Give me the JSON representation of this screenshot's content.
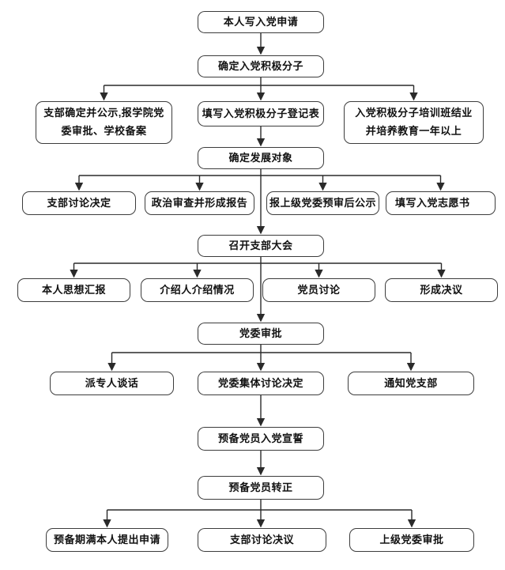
{
  "flowchart": {
    "type": "flowchart",
    "line_color": "#2a2a2a",
    "node_border_color": "#3c3c3c",
    "node_fill_color": "#ffffff",
    "text_color": "#111111",
    "nodes": {
      "apply": {
        "label": "本人写入党申请"
      },
      "activist": {
        "label": "确定入党积极分子"
      },
      "branch_publicity": {
        "label": "支部确定并公示,报学院党\n委审批、学校备案"
      },
      "registration_form": {
        "label": "填写入党积极分子登记表"
      },
      "training": {
        "label": "入党积极分子培训班结业\n并培养教育一年以上"
      },
      "development_target": {
        "label": "确定发展对象"
      },
      "branch_decision": {
        "label": "支部讨论决定"
      },
      "political_review": {
        "label": "政治审查并形成报告"
      },
      "pre_review_publicity": {
        "label": "报上级党委预审后公示"
      },
      "volunteer_form": {
        "label": "填写入党志愿书"
      },
      "branch_meeting": {
        "label": "召开支部大会"
      },
      "thought_report": {
        "label": "本人思想汇报"
      },
      "introducer": {
        "label": "介绍人介绍情况"
      },
      "member_discussion": {
        "label": "党员讨论"
      },
      "resolution": {
        "label": "形成决议"
      },
      "committee_approval": {
        "label": "党委审批"
      },
      "talk": {
        "label": "派专人谈话"
      },
      "committee_discussion": {
        "label": "党委集体讨论决定"
      },
      "notify_branch": {
        "label": "通知党支部"
      },
      "oath": {
        "label": "预备党员入党宣誓"
      },
      "full_member": {
        "label": "预备党员转正"
      },
      "period_application": {
        "label": "预备期满本人提出申请"
      },
      "branch_resolution": {
        "label": "支部讨论决议"
      },
      "higher_approval": {
        "label": "上级党委审批"
      }
    },
    "edges": [
      {
        "from": "apply",
        "to": "activist"
      },
      {
        "from": "activist",
        "to": "branch_publicity"
      },
      {
        "from": "activist",
        "to": "registration_form"
      },
      {
        "from": "activist",
        "to": "training"
      },
      {
        "from": "registration_form",
        "to": "development_target"
      },
      {
        "from": "development_target",
        "to": "branch_decision"
      },
      {
        "from": "development_target",
        "to": "political_review"
      },
      {
        "from": "development_target",
        "to": "pre_review_publicity"
      },
      {
        "from": "development_target",
        "to": "volunteer_form"
      },
      {
        "from": "development_target",
        "to": "branch_meeting"
      },
      {
        "from": "branch_meeting",
        "to": "thought_report"
      },
      {
        "from": "branch_meeting",
        "to": "introducer"
      },
      {
        "from": "branch_meeting",
        "to": "member_discussion"
      },
      {
        "from": "branch_meeting",
        "to": "resolution"
      },
      {
        "from": "branch_meeting",
        "to": "committee_approval"
      },
      {
        "from": "committee_approval",
        "to": "talk"
      },
      {
        "from": "committee_approval",
        "to": "committee_discussion"
      },
      {
        "from": "committee_approval",
        "to": "notify_branch"
      },
      {
        "from": "committee_discussion",
        "to": "oath"
      },
      {
        "from": "oath",
        "to": "full_member"
      },
      {
        "from": "full_member",
        "to": "period_application"
      },
      {
        "from": "full_member",
        "to": "branch_resolution"
      },
      {
        "from": "full_member",
        "to": "higher_approval"
      }
    ]
  }
}
